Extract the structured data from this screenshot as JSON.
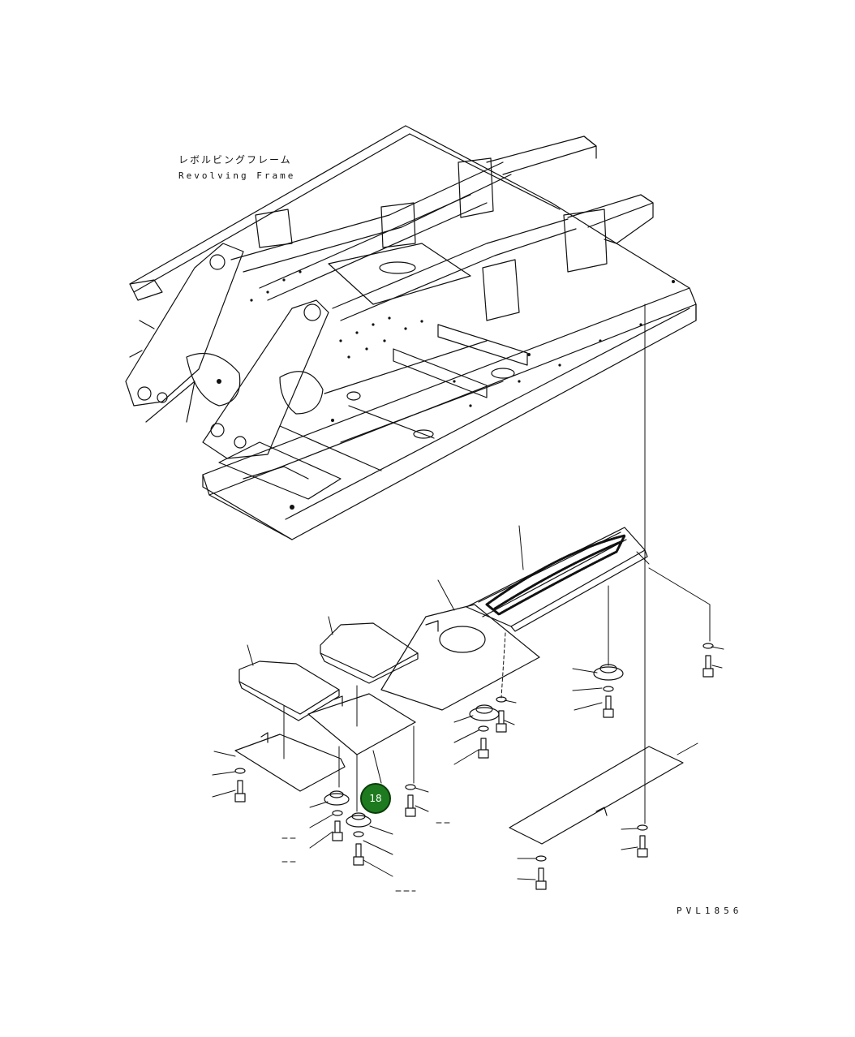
{
  "labels": {
    "frame_jp": "レボルビングフレーム",
    "frame_en": "Revolving Frame",
    "drawing_number": "PVL1856"
  },
  "callouts": [
    {
      "number": "18",
      "color": "#1e7a1e"
    }
  ],
  "colors": {
    "line": "#111111",
    "background": "#ffffff",
    "callout": "#1e7a1e"
  }
}
